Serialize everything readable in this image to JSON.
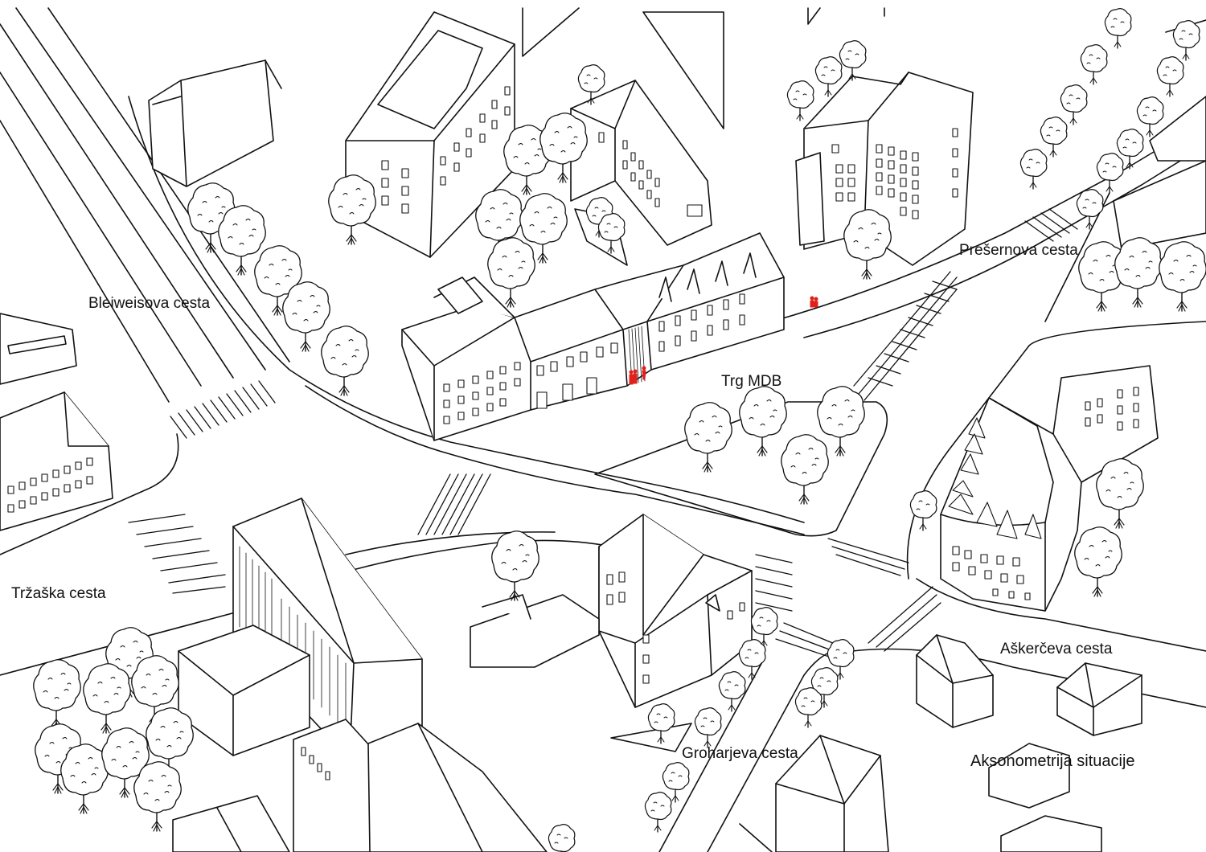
{
  "streets": {
    "bleiweisova": "Bleiweisova cesta",
    "presernova": "Prešernova cesta",
    "trzaska": "Tržaška cesta",
    "askerceva": "Aškerčeva cesta",
    "groharjeva": "Groharjeva cesta"
  },
  "square": "Trg MDB",
  "caption": "Aksonometrija situacije",
  "colors": {
    "line": "#111111",
    "background": "#ffffff",
    "accent_people": "#e0201b"
  },
  "icons": {
    "tree": "tree-icon",
    "person": "person-icon",
    "crosswalk": "crosswalk-stripes"
  }
}
